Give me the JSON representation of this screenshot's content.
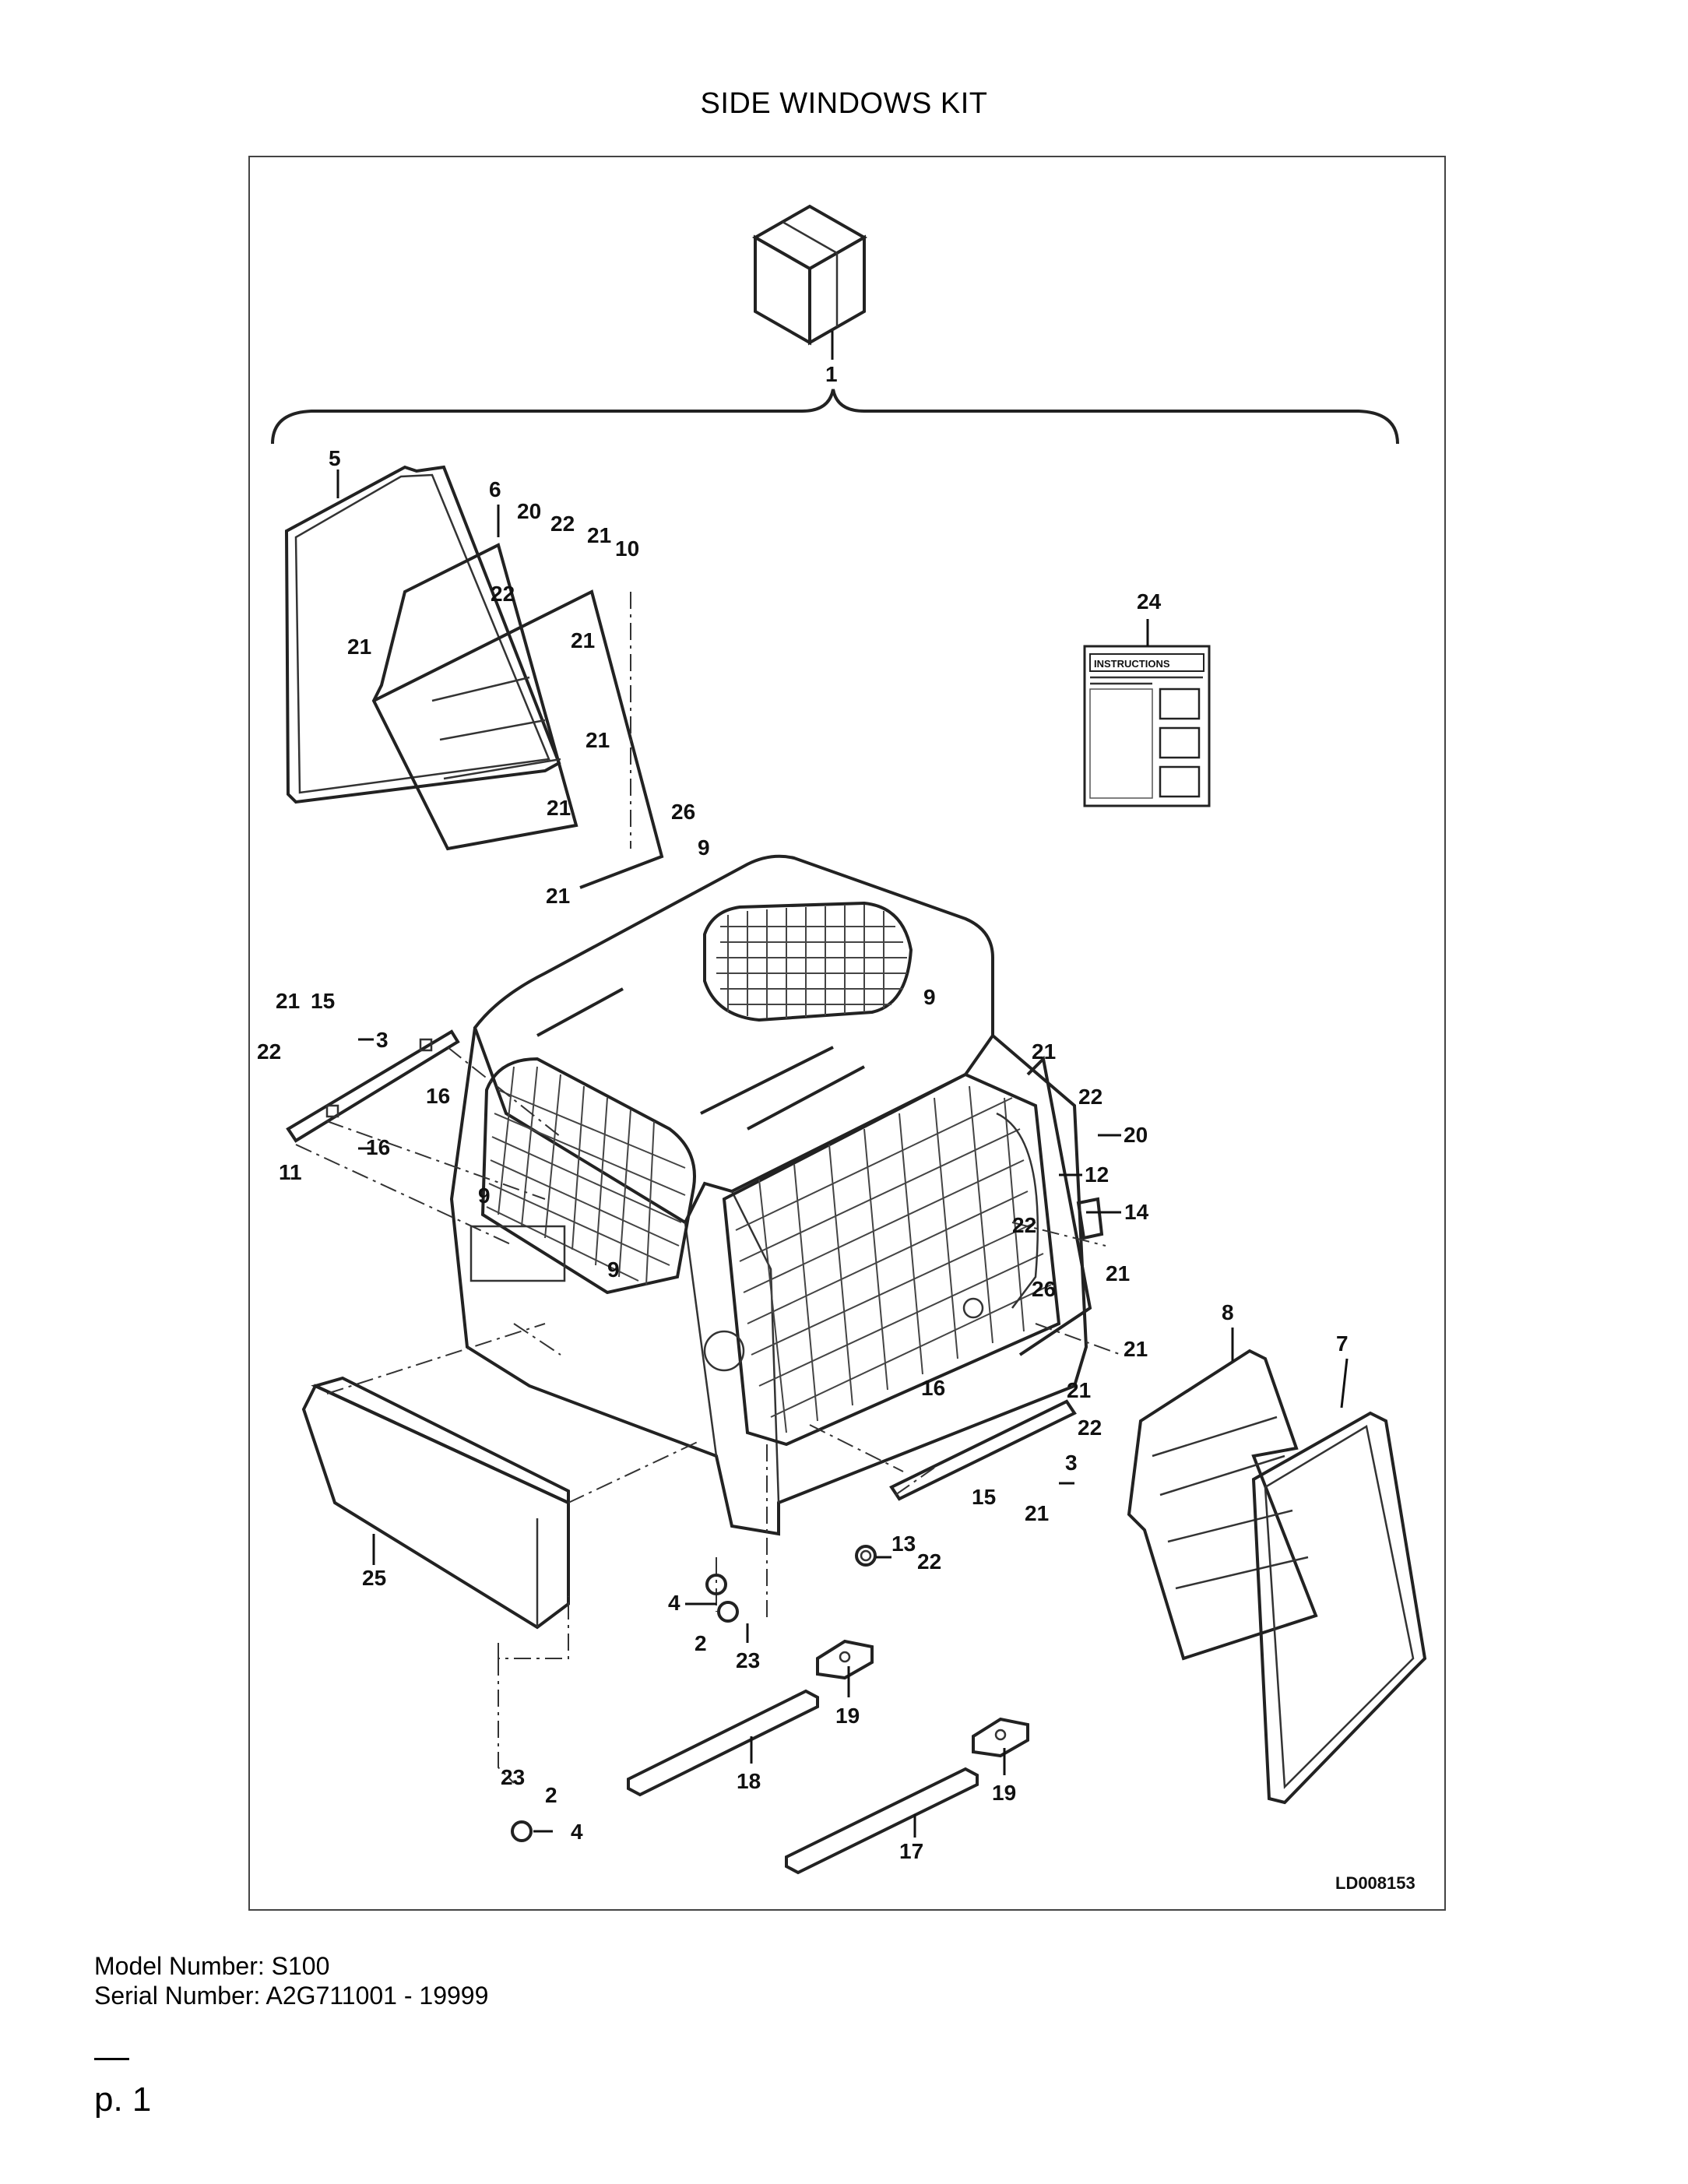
{
  "page": {
    "title": "SIDE WINDOWS KIT",
    "model_number": "Model Number: S100",
    "serial_number": "Serial Number: A2G711001 - 19999",
    "page_label": "p. 1"
  },
  "diagram": {
    "figure_id": "LD008153",
    "instructions_label": "INSTRUCTIONS",
    "callouts": [
      "1",
      "5",
      "6",
      "20",
      "22",
      "21",
      "10",
      "22",
      "21",
      "21",
      "21",
      "21",
      "26",
      "9",
      "21",
      "24",
      "21",
      "15",
      "3",
      "22",
      "16",
      "16",
      "11",
      "9",
      "9",
      "9",
      "21",
      "22",
      "20",
      "12",
      "14",
      "22",
      "21",
      "26",
      "21",
      "21",
      "16",
      "22",
      "3",
      "15",
      "21",
      "13",
      "22",
      "8",
      "7",
      "25",
      "4",
      "2",
      "23",
      "19",
      "18",
      "19",
      "17",
      "23",
      "2",
      "4"
    ]
  }
}
